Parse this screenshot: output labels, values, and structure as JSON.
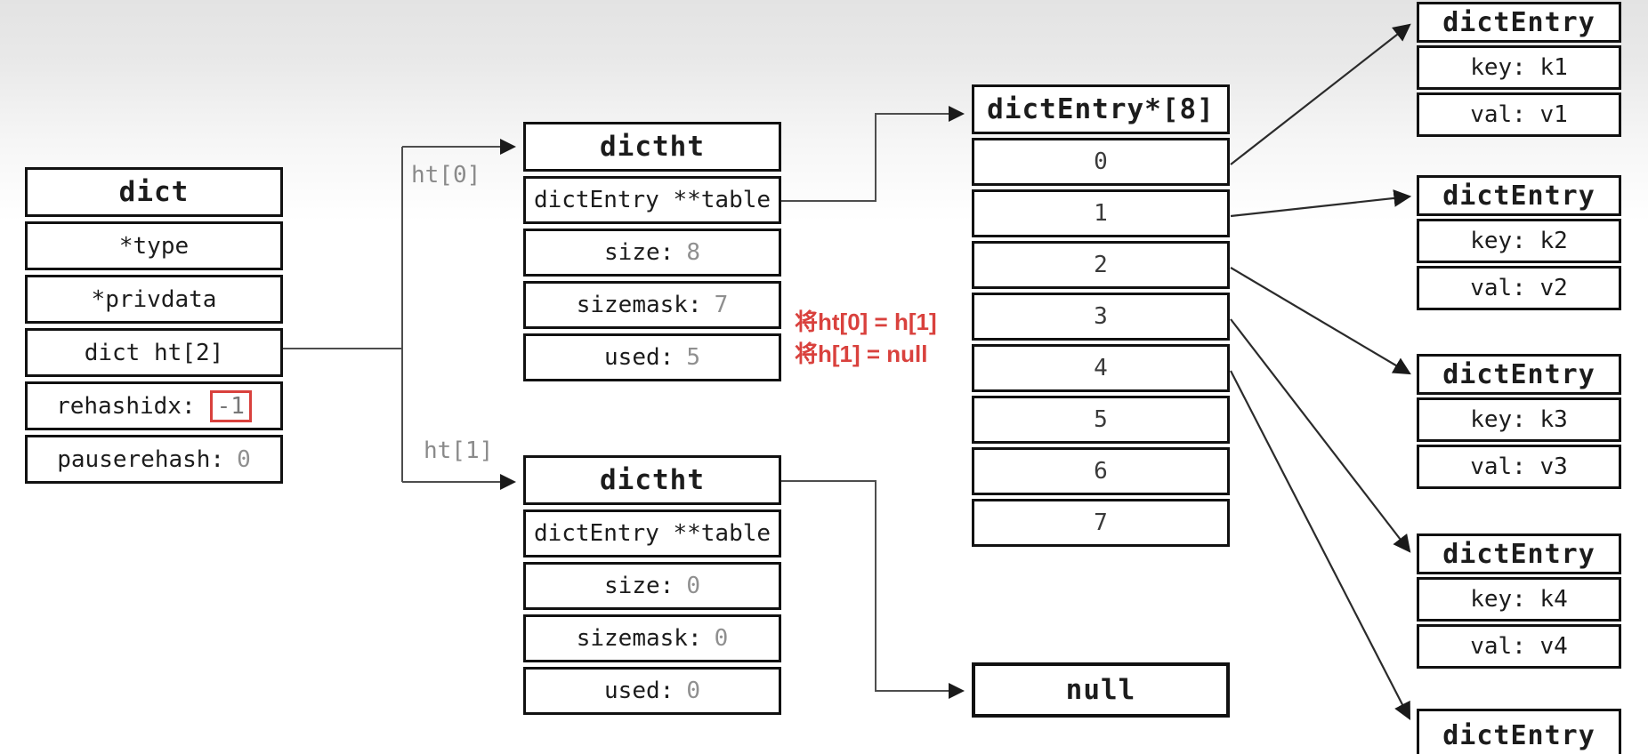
{
  "colors": {
    "accent_red": "#d9413d",
    "value_gray": "#8f8f8f",
    "label_gray": "#8a8a8a",
    "border_black": "#111111"
  },
  "dict_box": {
    "title": "dict",
    "row_type": "*type",
    "row_privdata": "*privdata",
    "row_ht": "dict ht[2]",
    "rehashidx_label": "rehashidx:",
    "rehashidx_value": "-1",
    "pauserehash_label": "pauserehash:",
    "pauserehash_value": "0"
  },
  "pointer_labels": {
    "ht0": "ht[0]",
    "ht1": "ht[1]"
  },
  "dictht_top": {
    "title": "dictht",
    "table_row": "dictEntry **table",
    "size_label": "size:",
    "size_value": "8",
    "sizemask_label": "sizemask:",
    "sizemask_value": "7",
    "used_label": "used:",
    "used_value": "5"
  },
  "dictht_bottom": {
    "title": "dictht",
    "table_row": "dictEntry **table",
    "size_label": "size:",
    "size_value": "0",
    "sizemask_label": "sizemask:",
    "sizemask_value": "0",
    "used_label": "used:",
    "used_value": "0"
  },
  "annotation": {
    "line1": "将ht[0] = h[1]",
    "line2": "将h[1] = null"
  },
  "entry_array": {
    "title": "dictEntry*[8]",
    "slots": [
      "0",
      "1",
      "2",
      "3",
      "4",
      "5",
      "6",
      "7"
    ]
  },
  "null_box": {
    "label": "null"
  },
  "entries": [
    {
      "title": "dictEntry",
      "key": "key: k1",
      "val": "val: v1"
    },
    {
      "title": "dictEntry",
      "key": "key: k2",
      "val": "val: v2"
    },
    {
      "title": "dictEntry",
      "key": "key: k3",
      "val": "val: v3"
    },
    {
      "title": "dictEntry",
      "key": "key: k4",
      "val": "val: v4"
    },
    {
      "title": "dictEntry"
    }
  ]
}
